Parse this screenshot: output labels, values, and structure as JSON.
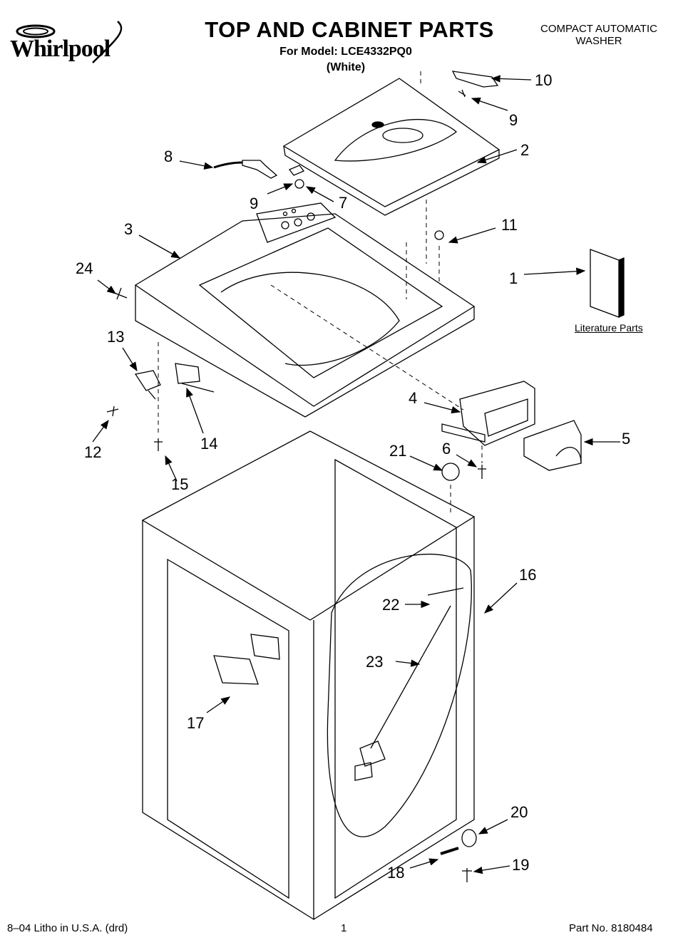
{
  "header": {
    "brand": "Whirlpool",
    "title": "TOP AND CABINET PARTS",
    "model_line": "For Model: LCE4332PQ0",
    "color_line": "(White)",
    "product_type_line1": "COMPACT AUTOMATIC",
    "product_type_line2": "WASHER"
  },
  "literature_label": "Literature Parts",
  "callouts": [
    "10",
    "9",
    "2",
    "8",
    "9",
    "7",
    "11",
    "3",
    "24",
    "1",
    "13",
    "4",
    "5",
    "12",
    "14",
    "21",
    "6",
    "15",
    "16",
    "22",
    "23",
    "17",
    "20",
    "18",
    "19"
  ],
  "footer": {
    "left": "8–04 Litho in U.S.A. (drd)",
    "page": "1",
    "right": "Part No. 8180484"
  }
}
